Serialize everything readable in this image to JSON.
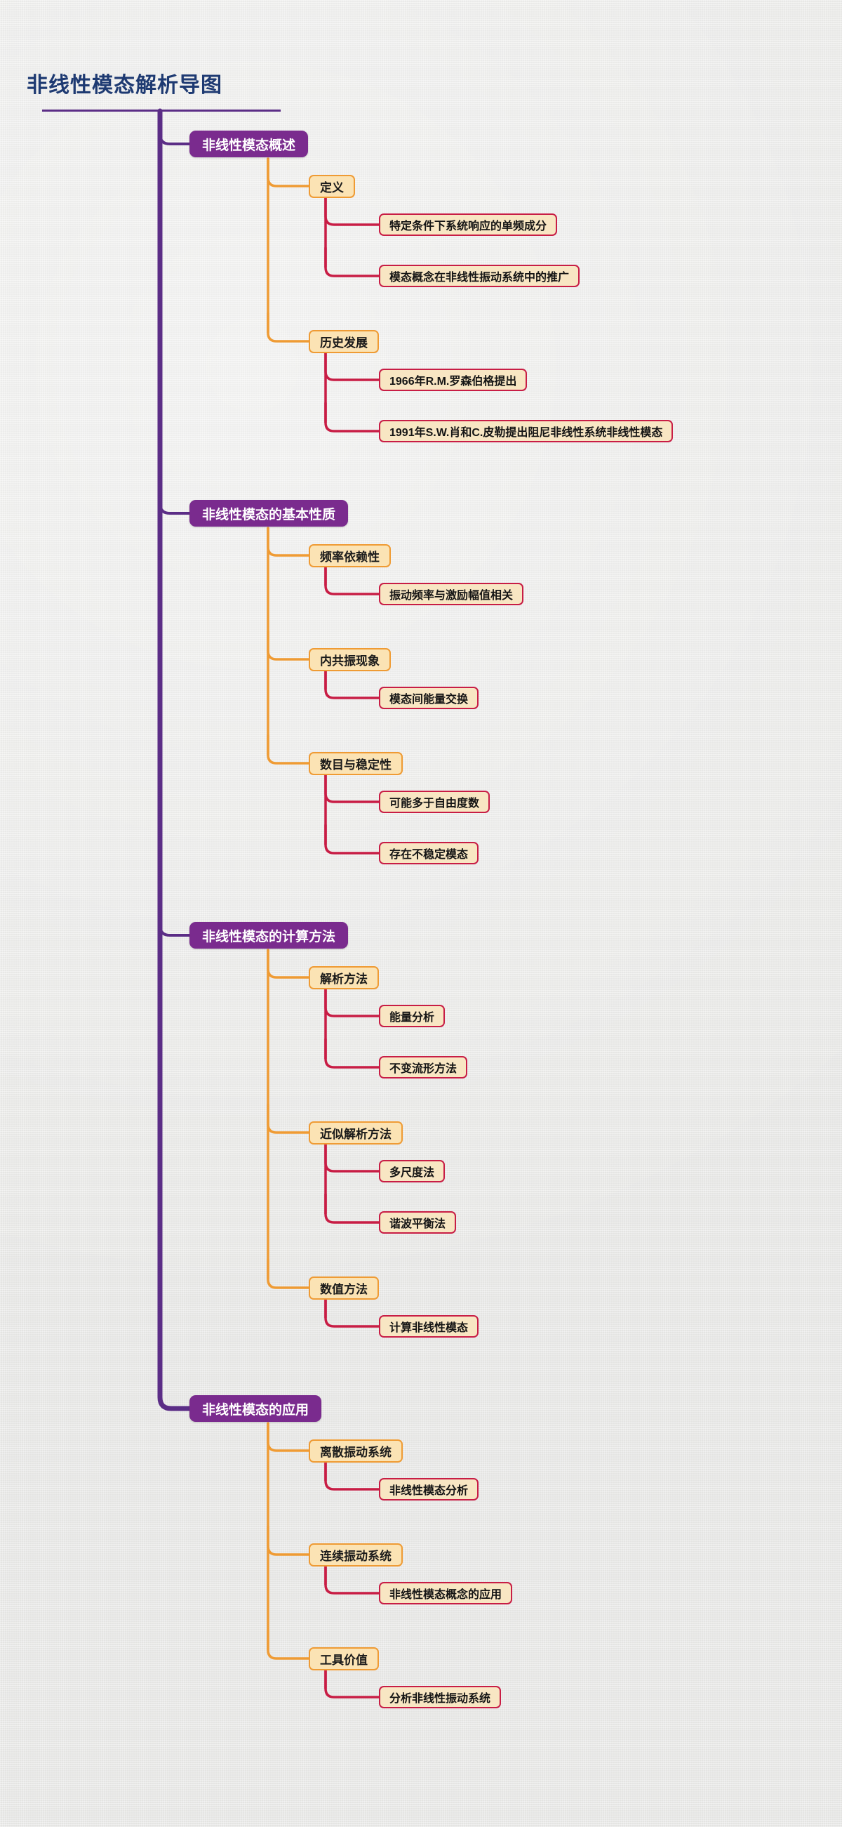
{
  "meta": {
    "title": "非线性模态解析导图",
    "colors": {
      "background": "#e9e9e7",
      "title_text": "#1e3a72",
      "trunk_purple": "#5b2d86",
      "level1_fill": "#7a2b8e",
      "level1_text": "#ffffff",
      "level2_fill": "#fbe3b4",
      "level2_border": "#ef9b34",
      "level3_fill": "#f8e6c3",
      "level3_border": "#c81d45"
    }
  },
  "branches": [
    {
      "label": "非线性模态概述",
      "children": [
        {
          "label": "定义",
          "children": [
            {
              "label": "特定条件下系统响应的单频成分"
            },
            {
              "label": "模态概念在非线性振动系统中的推广"
            }
          ]
        },
        {
          "label": "历史发展",
          "children": [
            {
              "label": "1966年R.M.罗森伯格提出"
            },
            {
              "label": "1991年S.W.肖和C.皮勒提出阻尼非线性系统非线性模态"
            }
          ]
        }
      ]
    },
    {
      "label": "非线性模态的基本性质",
      "children": [
        {
          "label": "频率依赖性",
          "children": [
            {
              "label": "振动频率与激励幅值相关"
            }
          ]
        },
        {
          "label": "内共振现象",
          "children": [
            {
              "label": "模态间能量交换"
            }
          ]
        },
        {
          "label": "数目与稳定性",
          "children": [
            {
              "label": "可能多于自由度数"
            },
            {
              "label": "存在不稳定模态"
            }
          ]
        }
      ]
    },
    {
      "label": "非线性模态的计算方法",
      "children": [
        {
          "label": "解析方法",
          "children": [
            {
              "label": "能量分析"
            },
            {
              "label": "不变流形方法"
            }
          ]
        },
        {
          "label": "近似解析方法",
          "children": [
            {
              "label": "多尺度法"
            },
            {
              "label": "谐波平衡法"
            }
          ]
        },
        {
          "label": "数值方法",
          "children": [
            {
              "label": "计算非线性模态"
            }
          ]
        }
      ]
    },
    {
      "label": "非线性模态的应用",
      "children": [
        {
          "label": "离散振动系统",
          "children": [
            {
              "label": "非线性模态分析"
            }
          ]
        },
        {
          "label": "连续振动系统",
          "children": [
            {
              "label": "非线性模态概念的应用"
            }
          ]
        },
        {
          "label": "工具价值",
          "children": [
            {
              "label": "分析非线性振动系统"
            }
          ]
        }
      ]
    }
  ]
}
